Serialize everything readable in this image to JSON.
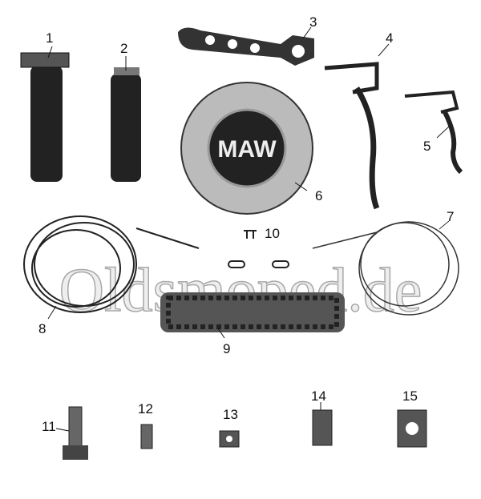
{
  "watermark": "Oldsmoped.de",
  "logo_text": "MAW",
  "parts": [
    {
      "number": "1",
      "name": "throttle-grip"
    },
    {
      "number": "2",
      "name": "handle-grip"
    },
    {
      "number": "3",
      "name": "wrench"
    },
    {
      "number": "4",
      "name": "brake-lever-left"
    },
    {
      "number": "5",
      "name": "brake-lever-right"
    },
    {
      "number": "6",
      "name": "maw-emblem"
    },
    {
      "number": "7",
      "name": "cable-right"
    },
    {
      "number": "8",
      "name": "cable-left"
    },
    {
      "number": "9",
      "name": "chain"
    },
    {
      "number": "10",
      "name": "chain-clip"
    },
    {
      "number": "11",
      "name": "bolt"
    },
    {
      "number": "12",
      "name": "sleeve-small"
    },
    {
      "number": "13",
      "name": "nipple"
    },
    {
      "number": "14",
      "name": "sleeve-large"
    },
    {
      "number": "15",
      "name": "adjuster-block"
    }
  ]
}
